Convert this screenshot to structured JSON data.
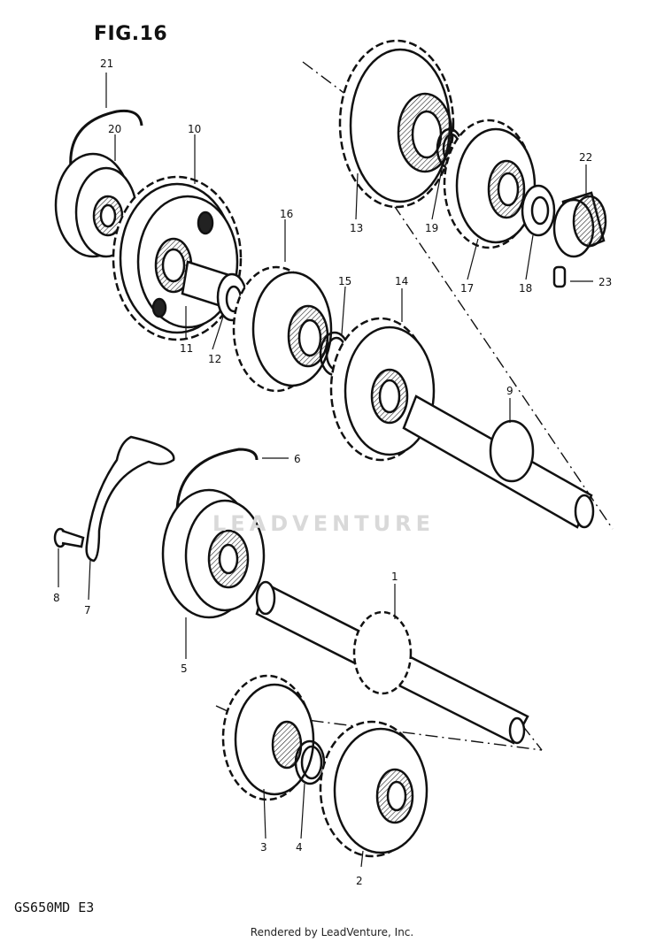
{
  "figure": {
    "title": "FIG.16",
    "model_code": "GS650MD  E3"
  },
  "footer": {
    "text": "Rendered by LeadVenture, Inc."
  },
  "watermark": {
    "text": "LEADVENTURE"
  },
  "callouts": [
    "1",
    "2",
    "3",
    "4",
    "5",
    "6",
    "7",
    "8",
    "9",
    "10",
    "11",
    "12",
    "13",
    "14",
    "15",
    "16",
    "17",
    "18",
    "19",
    "20",
    "21",
    "22",
    "23"
  ],
  "colors": {
    "ink": "#111111",
    "paper": "#ffffff",
    "watermark": "#d9d9d9"
  }
}
